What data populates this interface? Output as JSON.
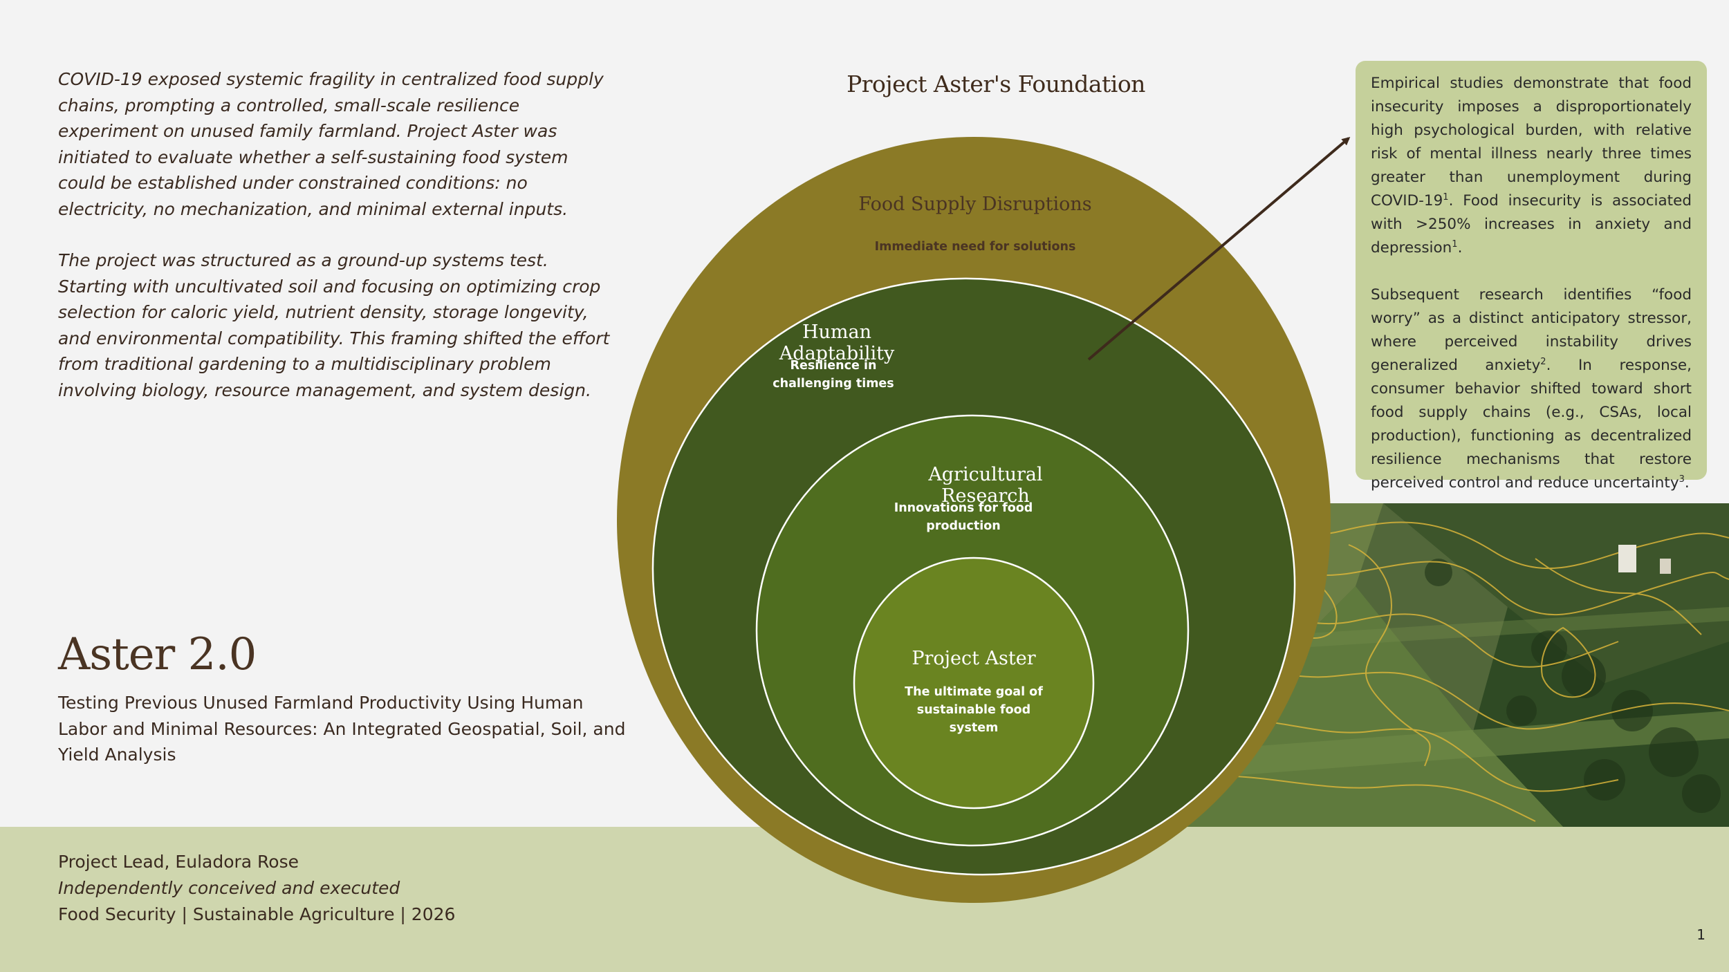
{
  "intro": {
    "paragraph1": "COVID-19 exposed systemic fragility in centralized food supply chains, prompting a controlled, small-scale resilience experiment on unused family farmland. Project Aster was initiated to evaluate whether a self-sustaining food system could be established under constrained conditions: no electricity, no mechanization, and minimal external inputs.",
    "paragraph2": "The project was structured as a ground-up systems test. Starting with uncultivated soil and focusing on optimizing crop selection for caloric yield, nutrient density, storage longevity, and environmental compatibility. This framing shifted the effort from traditional gardening to a multidisciplinary problem involving biology, resource management, and system design."
  },
  "title_block": {
    "title": "Aster 2.0",
    "subtitle": "Testing Previous Unused Farmland Productivity Using Human Labor and Minimal Resources: An Integrated Geospatial, Soil, and Yield Analysis"
  },
  "credits": {
    "lead": "Project Lead, Euladora Rose",
    "note": "Independently conceived and executed",
    "tags": "Food Security | Sustainable Agriculture | 2026"
  },
  "page_number": "1",
  "diagram": {
    "title": "Project Aster's Foundation",
    "rings": [
      {
        "label": "Food Supply Disruptions",
        "sub": "Immediate need for solutions",
        "color": "#8b7a26"
      },
      {
        "label": "Human Adaptability",
        "sub": "Resilience in challenging times",
        "color": "#41591f"
      },
      {
        "label": "Agricultural Research",
        "sub": "Innovations for food production",
        "color": "#4f6d1f"
      },
      {
        "label": "Project Aster",
        "sub": "The ultimate goal of sustainable food system",
        "color": "#6a8421"
      }
    ]
  },
  "callout": {
    "p1_a": "Empirical studies demonstrate that food insecurity imposes a disproportionately high psychological burden, with relative risk of mental illness nearly three times greater than unemployment during COVID-19",
    "p1_sup1": "1",
    "p1_b": ". Food insecurity is associated with >250% increases in anxiety and depression",
    "p1_sup2": "1",
    "p1_c": ".",
    "p2_a": "Subsequent research identifies “food worry” as a distinct anticipatory stressor, where perceived instability drives generalized anxiety",
    "p2_sup1": "2",
    "p2_b": ". In response, consumer behavior shifted toward short food supply chains (e.g., CSAs, local production), functioning as decentralized resilience mechanisms that restore perceived control and reduce uncertainty",
    "p2_sup2": "3",
    "p2_c": ".",
    "bg_color": "#c5d09b"
  },
  "colors": {
    "page_bg": "#f3f3f3",
    "footer_band": "#cfd6ae",
    "arrow": "#3e2a1c"
  }
}
